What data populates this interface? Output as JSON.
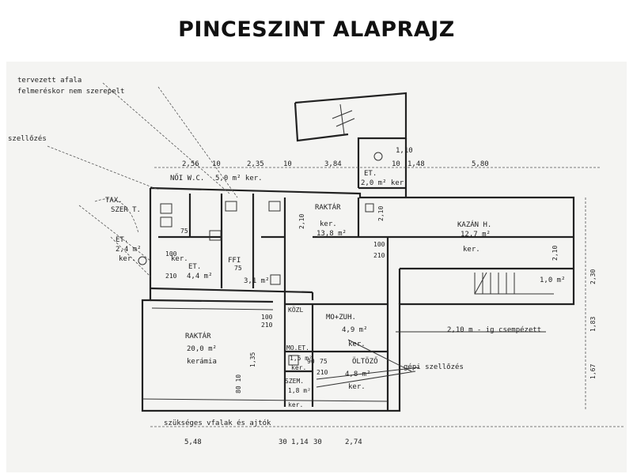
{
  "title": "PINCESZINT ALAPRAJZ",
  "notes": {
    "top_left_1": "tervezett afala",
    "top_left_2": "felmeréskor nem szerepelt",
    "side_left": "szellőzés",
    "bottom_left": "szükséges vfalak és ajtók",
    "tiling": "2,10 m - ig csempézett",
    "ventilation": "gépi szellőzés",
    "tax_line1": "TAX.",
    "tax_line2": "SZER T."
  },
  "rooms": {
    "noi_wc_name": "NŐI W.C.",
    "noi_wc_area": "5,0 m² ker.",
    "et_top_name": "ET.",
    "et_top_area": "2,0 m² ker.",
    "raktar_top_name": "RAKTÁR",
    "raktar_top_area": "13,8 m²",
    "raktar_top_floor": "ker.",
    "kazan_name": "KAZÁN H.",
    "kazan_area": "12,7 m²",
    "kazan_floor": "ker.",
    "et_left_name": "ET.",
    "et_left_area": "2,4 m²",
    "et_left_floor": "ker.",
    "et_mid_name": "ET.",
    "et_mid_area": "4,4 m²",
    "et_mid_floor": "ker.",
    "ffi_name": "FFI",
    "ffi_area": "3,1 m²",
    "small_area": "1,0 m²",
    "raktar_main_name": "RAKTÁR",
    "raktar_main_area": "20,0 m²",
    "raktar_main_floor": "kerámia",
    "kozl_name": "KÖZL",
    "mozuh_name": "MO+ZUH.",
    "mozuh_area": "4,9 m²",
    "mozuh_floor": "ker.",
    "mo_et_name": "MO.ET.",
    "mo_et_area": "1,5 m²",
    "mo_et_floor": "ker.",
    "oltozo_name": "ÖLTÖZŐ",
    "oltozo_area": "4,8 m²",
    "oltozo_floor": "ker.",
    "szem_name": "SZEM.",
    "szem_area": "1,8 m²",
    "szem_floor": "ker."
  },
  "dims_top": {
    "d1": "2,56",
    "d2": "10",
    "d3": "2,35",
    "d4": "10",
    "d5": "3,84",
    "d6": "10",
    "d7": "1,48",
    "d8": "5,80",
    "d9": "1,10"
  },
  "dims_bottom": {
    "d1": "5,48",
    "d2": "30",
    "d3": "1,14",
    "d4": "30",
    "d5": "2,74"
  },
  "dims_right": {
    "d1": "2,30",
    "d2": "1,83",
    "d3": "1,67"
  },
  "doors": {
    "d100": "100",
    "d210": "210",
    "d75": "75",
    "d90": "90",
    "d210b": "2,10",
    "d135": "1,35",
    "d8010": "80 10"
  }
}
